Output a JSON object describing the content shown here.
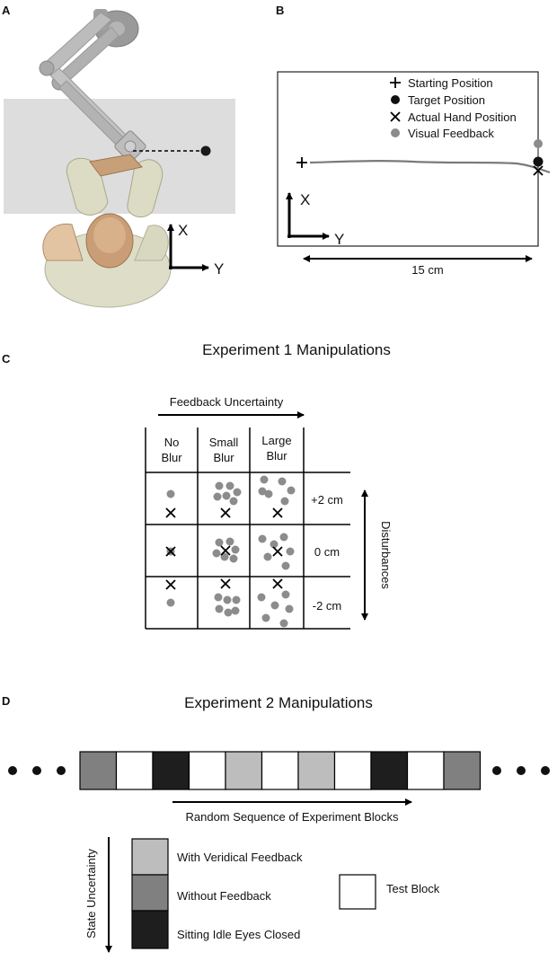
{
  "panels": {
    "A": {
      "letter": "A",
      "axis_x": "X",
      "axis_y": "Y"
    },
    "B": {
      "letter": "B",
      "legend": [
        {
          "symbol": "plus",
          "label": "Starting Position"
        },
        {
          "symbol": "dot-black",
          "label": "Target Position"
        },
        {
          "symbol": "cross",
          "label": "Actual Hand Position"
        },
        {
          "symbol": "dot-gray",
          "label": "Visual Feedback"
        }
      ],
      "axis_x": "X",
      "axis_y": "Y",
      "scale_label": "15 cm"
    },
    "C": {
      "letter": "C",
      "title": "Experiment 1 Manipulations",
      "arrow_label": "Feedback Uncertainty",
      "columns": [
        {
          "line1": "No",
          "line2": "Blur"
        },
        {
          "line1": "Small",
          "line2": "Blur"
        },
        {
          "line1": "Large",
          "line2": "Blur"
        }
      ],
      "rows": [
        "+2 cm",
        "0 cm",
        "-2 cm"
      ],
      "side_label": "Disturbances"
    },
    "D": {
      "letter": "D",
      "title": "Experiment 2 Manipulations",
      "sequence": [
        "without-feedback",
        "test",
        "eyes-closed",
        "test",
        "veridical",
        "test",
        "veridical",
        "test",
        "eyes-closed",
        "test",
        "without-feedback"
      ],
      "arrow_label": "Random Sequence of Experiment Blocks",
      "legend": [
        {
          "key": "veridical",
          "label": "With Veridical Feedback"
        },
        {
          "key": "without-feedback",
          "label": "Without Feedback"
        },
        {
          "key": "eyes-closed",
          "label": "Sitting Idle Eyes Closed"
        }
      ],
      "test_label": "Test Block",
      "vertical_label": "State Uncertainty"
    }
  },
  "colors": {
    "veridical": "#bdbdbd",
    "without-feedback": "#808080",
    "eyes-closed": "#1e1e1e",
    "test": "#ffffff",
    "feedback_dot": "#8c8c8c",
    "trace": "#7a7a7a"
  }
}
